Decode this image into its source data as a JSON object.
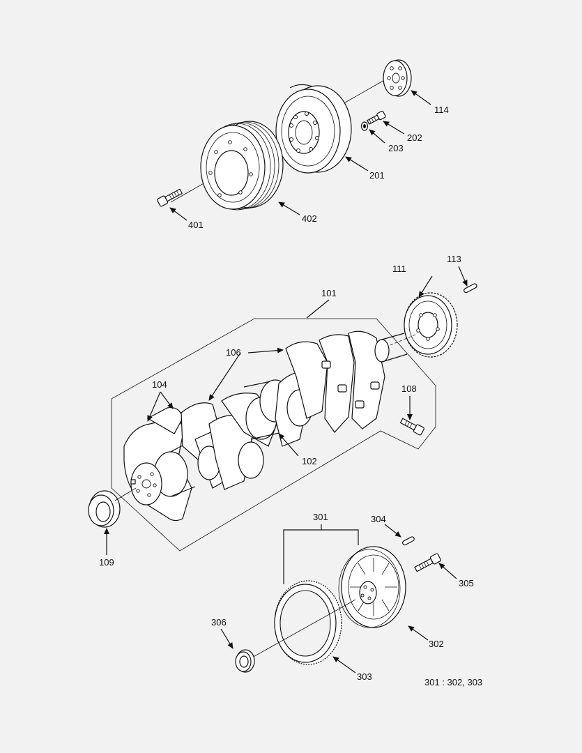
{
  "labels": {
    "p101": "101",
    "p102": "102",
    "p104": "104",
    "p106": "106",
    "p108": "108",
    "p109": "109",
    "p111": "111",
    "p113": "113",
    "p114": "114",
    "p201": "201",
    "p202": "202",
    "p203": "203",
    "p301": "301",
    "p302": "302",
    "p303": "303",
    "p304": "304",
    "p305": "305",
    "p306": "306",
    "p401": "401",
    "p402": "402"
  },
  "note": "301 : 302, 303",
  "colors": {
    "background": "#f2f2f2",
    "line": "#111111",
    "fill": "#ffffff"
  }
}
